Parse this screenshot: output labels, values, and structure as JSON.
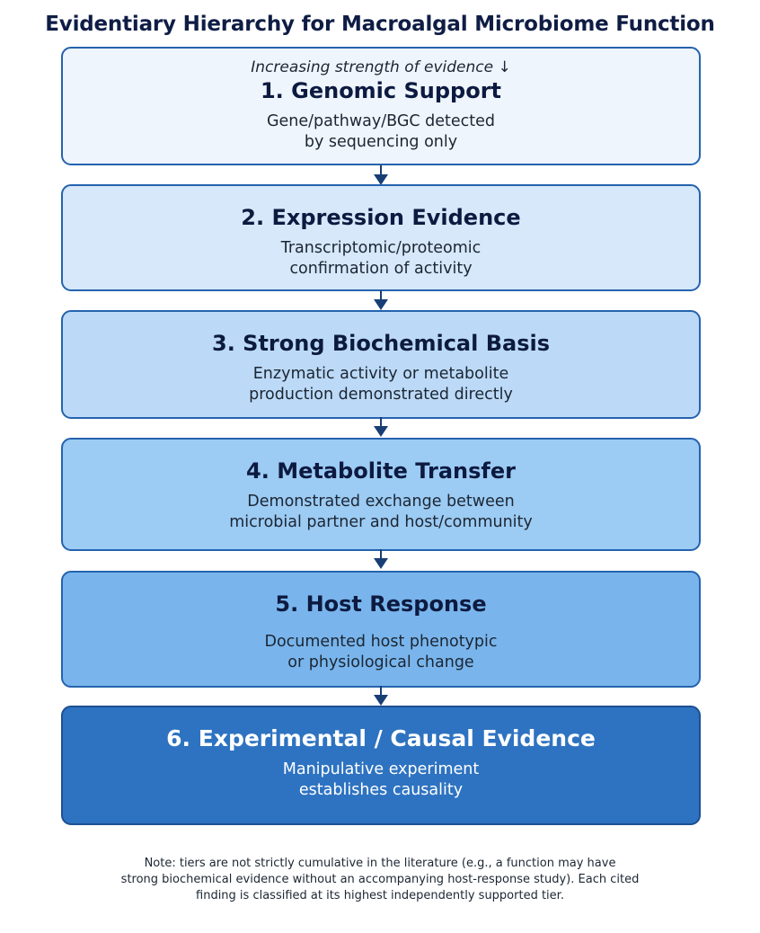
{
  "title": "Evidentiary Hierarchy for Macroalgal Microbiome Function",
  "direction_note": "Increasing strength of evidence ↓",
  "tiers": [
    {
      "heading": "1. Genomic Support",
      "desc": [
        "Gene/pathway/BGC detected",
        "by sequencing only"
      ]
    },
    {
      "heading": "2. Expression Evidence",
      "desc": [
        "Transcriptomic/proteomic",
        "confirmation of activity"
      ]
    },
    {
      "heading": "3. Strong Biochemical Basis",
      "desc": [
        "Enzymatic activity or metabolite",
        "production demonstrated directly"
      ]
    },
    {
      "heading": "4. Metabolite Transfer",
      "desc": [
        "Demonstrated exchange between",
        "microbial partner and host/community"
      ]
    },
    {
      "heading": "5. Host Response",
      "desc": [
        "Documented host phenotypic",
        "or physiological change"
      ]
    },
    {
      "heading": "6. Experimental / Causal Evidence",
      "desc": [
        "Manipulative experiment",
        "establishes causality"
      ]
    }
  ],
  "footnote": [
    "Note: tiers are not strictly cumulative in the literature (e.g., a function may have",
    "strong biochemical evidence without an accompanying host-response study). Each cited",
    "finding is classified at its highest independently supported tier."
  ],
  "colors": {
    "tier_fills": [
      "#eef5fd",
      "#d6e8fa",
      "#bcdaf7",
      "#9ccbf3",
      "#79b5ec",
      "#2e73c1"
    ],
    "border": "#2563ae",
    "arrow": "#173f75",
    "title_text": "#0f1d45"
  }
}
